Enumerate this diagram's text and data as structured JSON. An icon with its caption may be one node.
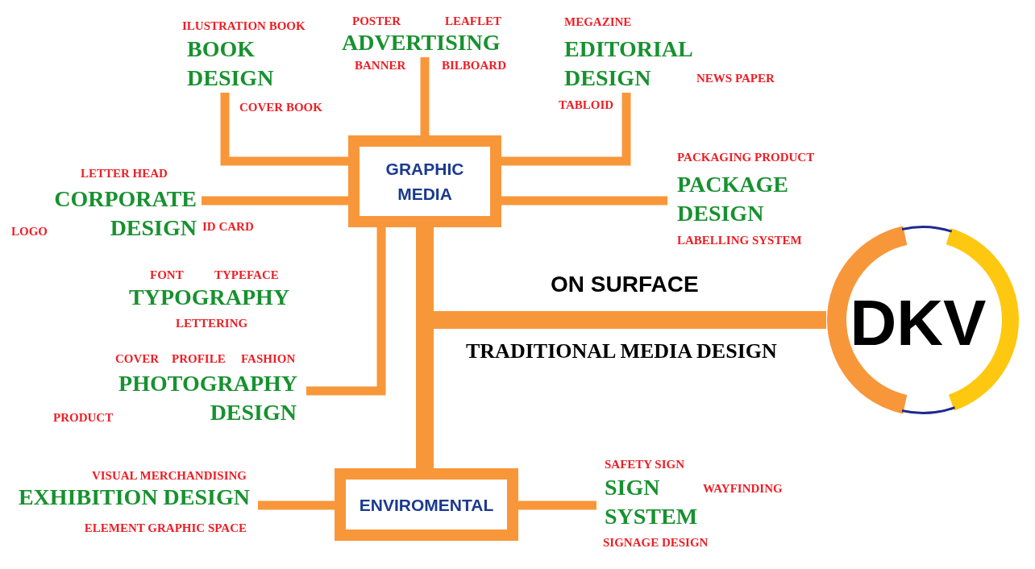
{
  "diagram": {
    "nodes": [
      {
        "text": [
          "BOOK DESIGN"
        ],
        "beside": [
          "ILUSTRATION BOOK",
          "COVER BOOK"
        ]
      },
      {
        "text": [
          "ADVERTISING"
        ],
        "beside": [
          "POSTER",
          "LEAFLET",
          "BANNER",
          "BILBOARD"
        ]
      },
      {
        "text": [
          "EDITORIAL DESIGN"
        ],
        "beside": [
          "MEGAZINE",
          "NEWS PAPER",
          "TABLOID"
        ]
      },
      {
        "text": [
          "GRAPHIC MEDIA"
        ]
      },
      {
        "text": [
          "CORPORATE DESIGN"
        ],
        "beside": [
          "LETTER HEAD",
          "LOGO",
          "ID CARD"
        ]
      },
      {
        "text": [
          "PACKAGE DESIGN"
        ],
        "beside": [
          "PACKAGING PRODUCT",
          "LABELLING SYSTEM"
        ]
      },
      {
        "text": [
          "DKV"
        ]
      },
      {
        "text": [
          "PHOTOGRAPHY DESIGN"
        ],
        "beside": [
          "COVER",
          "PROFILE",
          "FASHION",
          "PRODUCT"
        ]
      },
      {
        "text": [
          "EXHIBITION DESIGN"
        ],
        "beside": [
          "VISUAL MERCHANDISING",
          "ELEMENT GRAPHIC SPACE"
        ]
      },
      {
        "text": [
          "ENVIROMENTAL"
        ]
      },
      {
        "text": [
          "SIGN SYSTEM"
        ],
        "beside": [
          "SAFETY SIGN",
          "WAYFINDING",
          "SIGNAGE DESIGN"
        ]
      }
    ],
    "edges": [
      {
        "from": 3,
        "to": 0,
        "arrow": "none"
      },
      {
        "from": 3,
        "to": 1,
        "arrow": "none"
      },
      {
        "from": 3,
        "to": 2,
        "arrow": "none"
      },
      {
        "from": 3,
        "to": 4,
        "arrow": "none"
      },
      {
        "from": 3,
        "to": 5,
        "arrow": "none"
      },
      {
        "from": 6,
        "to": 3,
        "arrow": "none",
        "style": "thick"
      },
      {
        "from": 3,
        "to": 7,
        "arrow": "none"
      },
      {
        "from": 6,
        "to": 9,
        "arrow": "none",
        "style": "thick"
      },
      {
        "from": 9,
        "to": 8,
        "arrow": "none"
      },
      {
        "from": 9,
        "to": 10,
        "arrow": "none"
      }
    ],
    "labels": [
      "FONT",
      "TYPEFACE",
      "TYPOGRAPHY",
      "LETTERING",
      "ON SURFACE",
      "TRADITIONAL MEDIA DESIGN"
    ]
  }
}
